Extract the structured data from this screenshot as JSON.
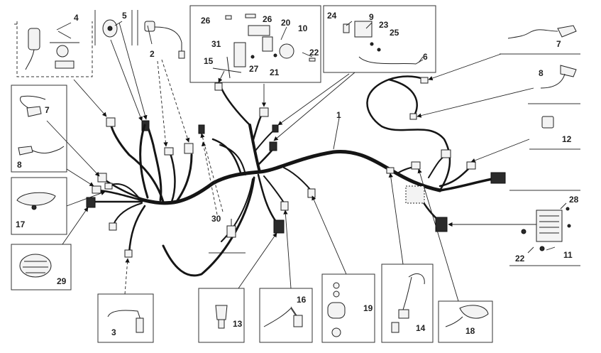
{
  "diagram": {
    "callouts": {
      "c1": "1",
      "c2": "2",
      "c3": "3",
      "c4": "4",
      "c5": "5",
      "c6": "6",
      "c7a": "7",
      "c7b": "7",
      "c8a": "8",
      "c8b": "8",
      "c9": "9",
      "c10": "10",
      "c11": "11",
      "c12": "12",
      "c13": "13",
      "c14": "14",
      "c15": "15",
      "c16": "16",
      "c17": "17",
      "c18": "18",
      "c19": "19",
      "c20": "20",
      "c21": "21",
      "c22a": "22",
      "c22b": "22",
      "c23": "23",
      "c24": "24",
      "c25": "25",
      "c26a": "26",
      "c26b": "26",
      "c27": "27",
      "c28": "28",
      "c29": "29",
      "c30": "30",
      "c31": "31"
    },
    "colors": {
      "line": "#151515",
      "box": "#333333",
      "paper": "#ffffff",
      "connector": "#dcdcdc"
    }
  }
}
